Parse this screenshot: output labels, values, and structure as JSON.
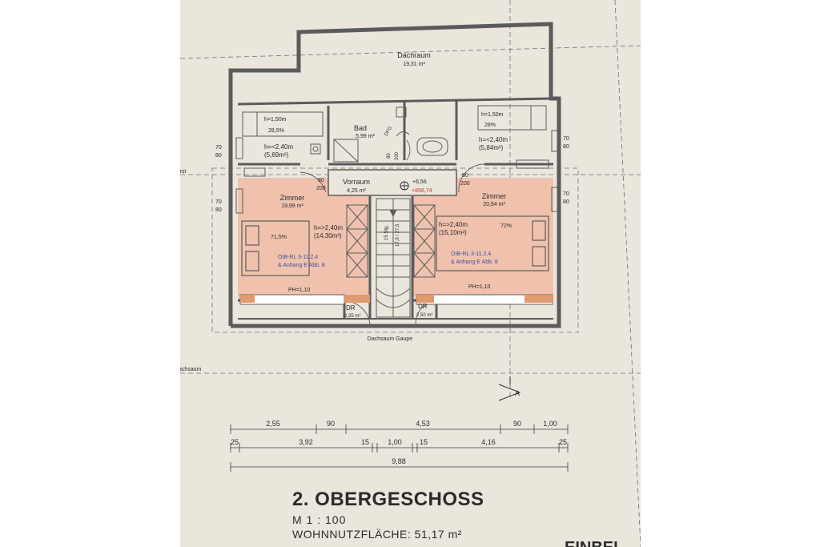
{
  "rooms": {
    "dachraum": {
      "name": "Dachraum",
      "area": "19,31 m²"
    },
    "bad": {
      "name": "Bad",
      "area": "5,99 m²"
    },
    "vorraum": {
      "name": "Vorraum",
      "area": "4,25 m²"
    },
    "zimmer_left": {
      "name": "Zimmer",
      "area": "19,99 m²",
      "height": "h=>2,40m",
      "area_h": "(14,30m²)",
      "pct": "71,5%",
      "oib1": "OIB-RL 3-11.2.4",
      "oib2": "& Anhang E Abb. 8",
      "ph": "PH=1,10"
    },
    "zimmer_right": {
      "name": "Zimmer",
      "area": "20,94 m²",
      "height": "h=>2,40m",
      "area_h": "(15,10m²)",
      "pct": "72%",
      "oib1": "OIB-RL 3-11.2.4",
      "oib2": "& Anhang E Abb. 8",
      "ph": "PH=1,10"
    },
    "alcove_left": {
      "h1": "h=1,50m",
      "p1": "28,5%",
      "h2": "h=<2,40m",
      "a2": "(5,69m²)"
    },
    "alcove_right": {
      "h1": "h=1,50m",
      "p1": "28%",
      "h2": "h=<2,40m",
      "a2": "(5,84m²)"
    },
    "dr_left": {
      "name": "DR",
      "area": "2,35 m²"
    },
    "dr_right": {
      "name": "DR",
      "area": "2,50 m²"
    }
  },
  "levels": {
    "relative": "+6,56",
    "absolute": "+856,74"
  },
  "stair": {
    "label1": "15 Stg.",
    "label2": "17,9 / 27,5"
  },
  "openings": {
    "left_top": "70",
    "left_bot": "80",
    "left2_top": "70",
    "left2_bot": "80",
    "right_top": "70",
    "right_bot": "80",
    "right2_top": "70",
    "right2_bot": "80",
    "door_l_w": "80",
    "door_l_h": "200",
    "door_r_w": "80",
    "door_r_h": "200",
    "bad_door1": "80",
    "bad_door2": "200",
    "dfg": "DFG"
  },
  "edge_labels": {
    "dachsaum_gaupe": "Dachsaum Gaupe",
    "dachsaum": "achsaum",
    "first": "irst",
    "section": "A"
  },
  "dimensions": {
    "row1": [
      "2,55",
      "90",
      "4,53",
      "90",
      "1,00"
    ],
    "row2": [
      "25",
      "3,92",
      "15",
      "1,00",
      "15",
      "4,16",
      "25"
    ],
    "row3": [
      "9,88"
    ]
  },
  "title": {
    "main": "2. OBERGESCHOSS",
    "scale": "M 1 : 100",
    "area": "WOHNNUTZFLÄCHE: 51,17 m²",
    "cut": "EINBEI"
  },
  "colors": {
    "paper": "#ebe6dc",
    "wall": "#5b5b5b",
    "pink": "#f0c2ae",
    "ink": "#2a2a2a",
    "blue": "#3a4fa0",
    "red": "#c0392b"
  }
}
